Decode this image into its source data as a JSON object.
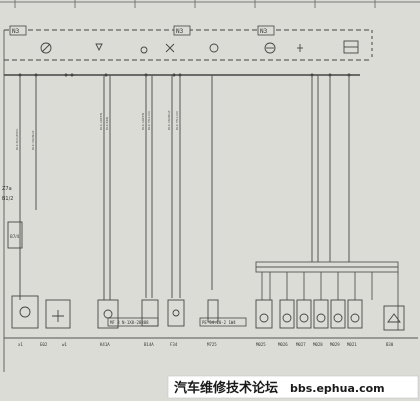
{
  "header": {
    "blocks": [
      {
        "label": "N3"
      },
      {
        "label": "N3"
      },
      {
        "label": "N3"
      }
    ]
  },
  "side_labels": [
    "Z7a",
    "B1/2",
    "B7/4"
  ],
  "bottom_labels": [
    "x1",
    "E02",
    "w1",
    "K41A",
    "B14A",
    "F34",
    "M725",
    "M025",
    "M026",
    "M027",
    "M028",
    "M029",
    "M021",
    "B30"
  ],
  "mid_labels": [
    "MF 3 N-1X8-28888",
    "PE 54.20-2 1W4"
  ],
  "watermark": {
    "title": "汽车维修技术论坛",
    "url": "bbs.ephua.com"
  },
  "colors": {
    "background": "#dcdcd6",
    "line": "#555555",
    "watermark_bg": "#ffffff"
  }
}
